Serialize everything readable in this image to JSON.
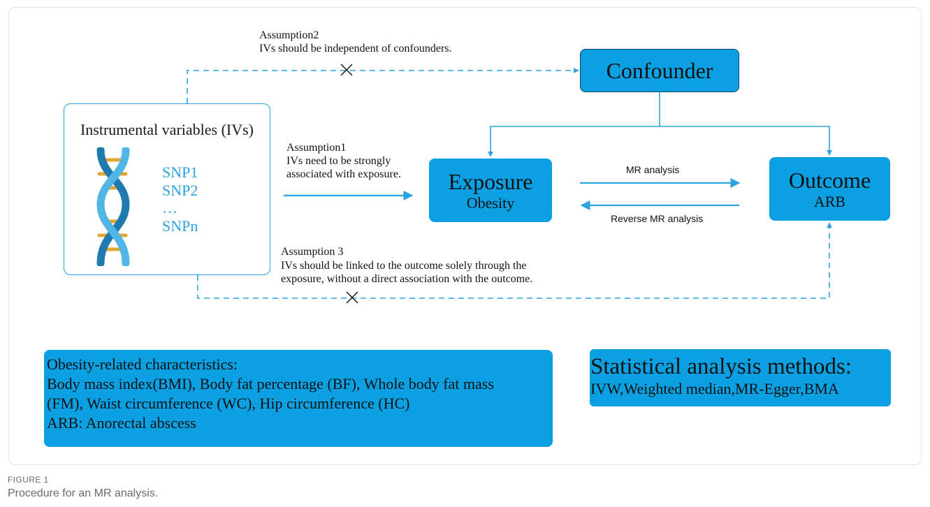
{
  "assumption2": {
    "title": "Assumption2",
    "text": "IVs should be independent of confounders."
  },
  "assumption1": {
    "title": "Assumption1",
    "lines": [
      "IVs need to be strongly",
      "associated with exposure."
    ]
  },
  "assumption3": {
    "title": "Assumption 3",
    "lines": [
      "IVs should be linked to the outcome solely through the",
      "exposure, without a direct association with the outcome."
    ]
  },
  "instruments": {
    "title": "Instrumental variables (IVs)",
    "snps": [
      "SNP1",
      "SNP2",
      "…",
      "SNPn"
    ]
  },
  "confounder": "Confounder",
  "exposure": {
    "title": "Exposure",
    "subtitle": "Obesity"
  },
  "outcome": {
    "title": "Outcome",
    "subtitle": "ARB"
  },
  "mr_forward": "MR analysis",
  "mr_reverse": "Reverse MR analysis",
  "notes": {
    "lines": [
      "Obesity-related characteristics:",
      "Body mass index(BMI), Body fat percentage (BF), Whole body fat mass",
      "(FM), Waist circumference (WC), Hip circumference (HC)",
      "ARB: Anorectal abscess"
    ]
  },
  "stats": {
    "heading": "Statistical analysis methods:",
    "methods": "IVW,Weighted median,MR-Egger,BMA"
  },
  "figure": {
    "label": "FIGURE 1",
    "caption": "Procedure for an MR analysis."
  },
  "colors": {
    "box": "#0aa0e2",
    "line": "#2aa3de",
    "border_dark": "#0f3e70"
  }
}
